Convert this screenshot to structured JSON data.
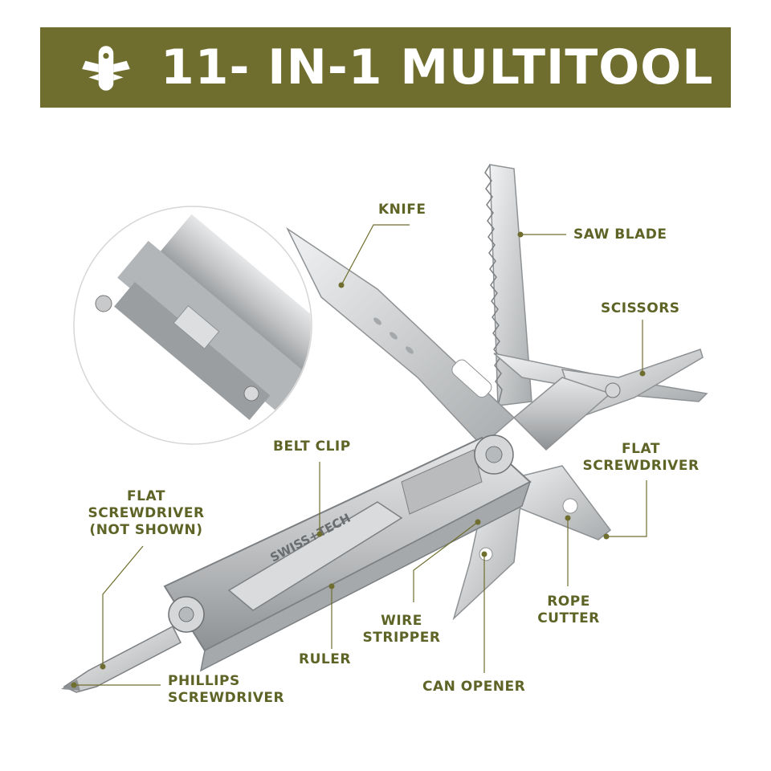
{
  "banner": {
    "title": "11- IN-1 MULTITOOL",
    "logo_icon": "multitool-icon"
  },
  "engraving": "SWISS+TECH",
  "labels": {
    "knife": "KNIFE",
    "saw_blade": "SAW BLADE",
    "scissors": "SCISSORS",
    "belt_clip": "BELT CLIP",
    "flat_screwdriver_right_1": "FLAT",
    "flat_screwdriver_right_2": "SCREWDRIVER",
    "flat_screwdriver_left_1": "FLAT",
    "flat_screwdriver_left_2": "SCREWDRIVER",
    "flat_screwdriver_left_3": "(NOT SHOWN)",
    "rope_cutter_1": "ROPE",
    "rope_cutter_2": "CUTTER",
    "wire_stripper_1": "WIRE",
    "wire_stripper_2": "STRIPPER",
    "ruler": "RULER",
    "can_opener": "CAN OPENER",
    "phillips_1": "PHILLIPS",
    "phillips_2": "SCREWDRIVER"
  },
  "colors": {
    "banner": "#6f6e2e",
    "label": "#5e6326",
    "steel": "#c9cbcd"
  }
}
